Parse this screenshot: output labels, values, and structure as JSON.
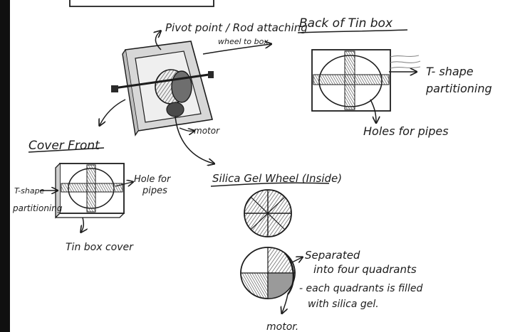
{
  "labels": {
    "pivot_line1": "Pivot point / Rod attaching",
    "pivot_line2": "wheel to box",
    "back_title": "Back of Tin box",
    "t_shape_line1": "T- shape",
    "t_shape_line2": "partitioning",
    "holes_for_pipes": "Holes for pipes",
    "motor_top": "motor",
    "cover_front": "Cover Front",
    "cover_t_shape": "T-shape",
    "cover_partitioning": "partitioning",
    "hole_for_line1": "Hole for",
    "hole_for_line2": "pipes",
    "tin_box_cover": "Tin box cover",
    "silica_title": "Silica Gel Wheel (Inside)",
    "separated_line1": "Separated",
    "separated_line2": "into four quadrants",
    "each_line1": "- each quadrants is filled",
    "each_line2": "with silica gel.",
    "motor_bottom": "motor."
  },
  "colors": {
    "ink": "#1c1c1c",
    "pencil": "#3a3a3a",
    "shade": "#8a8a8a",
    "paper": "#ffffff",
    "left_edge": "#101010"
  }
}
